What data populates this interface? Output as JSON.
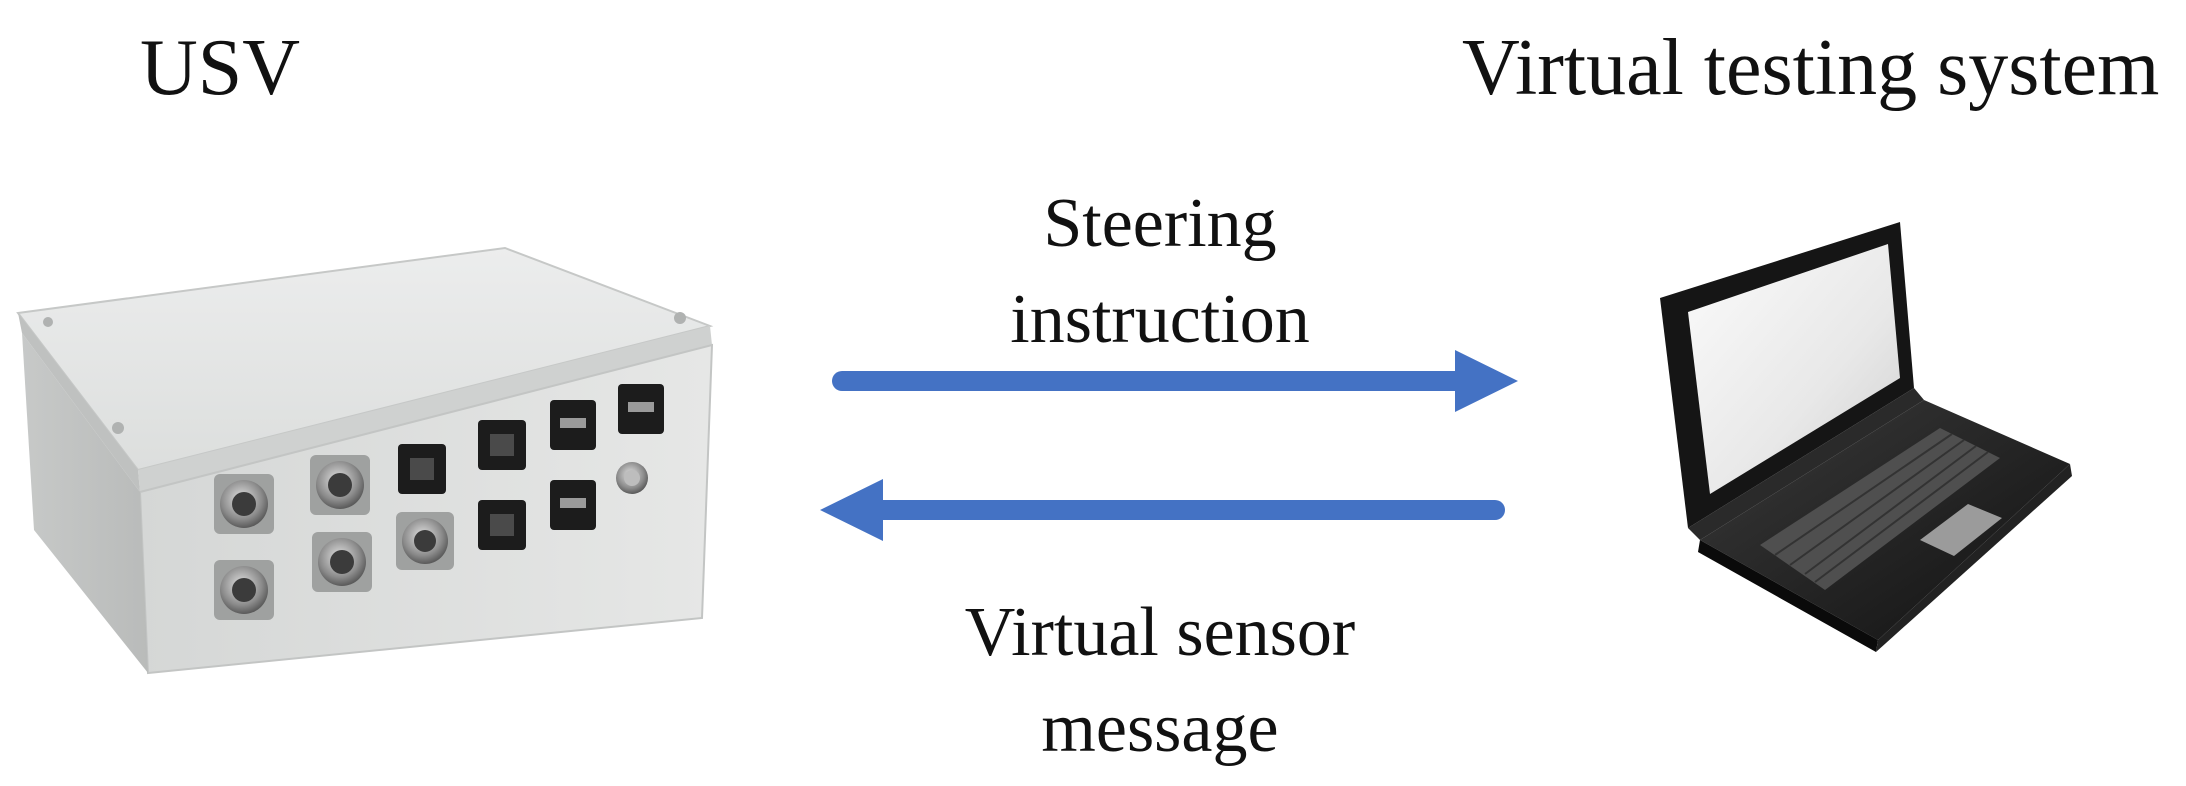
{
  "nodes": {
    "usv": {
      "label": "USV",
      "image": "usv-control-box-photo"
    },
    "system": {
      "label": "Virtual testing system",
      "image": "laptop-illustration"
    }
  },
  "edges": {
    "steering": {
      "line1": "Steering",
      "line2": "instruction",
      "from": "usv",
      "to": "system",
      "color": "#4472c4"
    },
    "sensor": {
      "line1": "Virtual sensor",
      "line2": "message",
      "from": "system",
      "to": "usv",
      "color": "#4472c4"
    }
  }
}
